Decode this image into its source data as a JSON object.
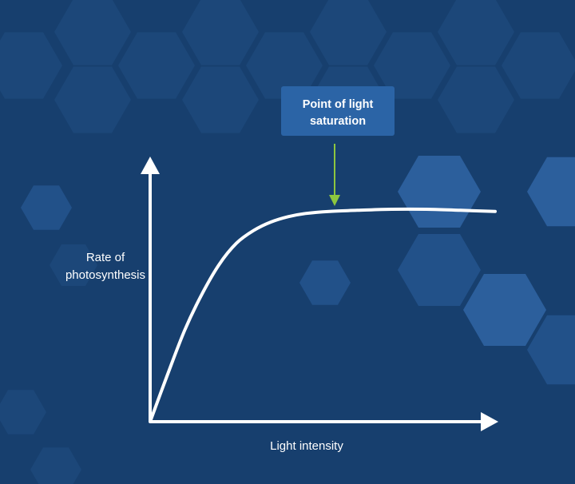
{
  "colors": {
    "background": "#173f6e",
    "hex_dark": "#1c4779",
    "hex_mid": "#225189",
    "hex_light": "#2c5f9c",
    "axis": "#ffffff",
    "curve": "#ffffff",
    "callout_box": "#2b64a6",
    "callout_arrow": "#8dc63f",
    "text": "#ffffff"
  },
  "chart_data": {
    "type": "line",
    "title": "",
    "xlabel": "Light intensity",
    "ylabel_lines": [
      "Rate of",
      "photosynthesis"
    ],
    "axis_tick_labels": "none",
    "grid": false,
    "series": [
      {
        "description": "saturating curve",
        "points": [
          [
            0.0,
            0.0
          ],
          [
            0.05,
            0.22
          ],
          [
            0.1,
            0.43
          ],
          [
            0.15,
            0.6
          ],
          [
            0.2,
            0.74
          ],
          [
            0.25,
            0.84
          ],
          [
            0.3,
            0.9
          ],
          [
            0.35,
            0.94
          ],
          [
            0.4,
            0.965
          ],
          [
            0.45,
            0.98
          ],
          [
            0.52,
            0.99
          ],
          [
            0.6,
            0.995
          ],
          [
            0.7,
            1.0
          ],
          [
            0.8,
            1.0
          ],
          [
            0.9,
            0.995
          ],
          [
            1.0,
            0.99
          ]
        ]
      }
    ],
    "annotations": [
      {
        "text_lines": [
          "Point of light",
          "saturation"
        ],
        "x": 0.53,
        "y": 1.0
      }
    ]
  }
}
